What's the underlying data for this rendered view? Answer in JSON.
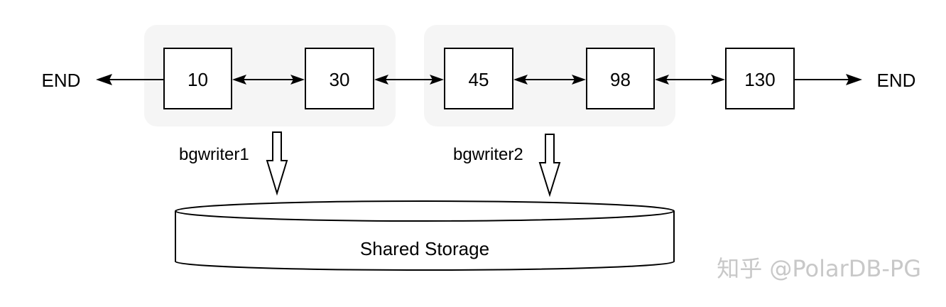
{
  "list": {
    "end_left": "END",
    "end_right": "END",
    "nodes": [
      "10",
      "30",
      "45",
      "98",
      "130"
    ]
  },
  "writers": {
    "writer1": "bgwriter1",
    "writer2": "bgwriter2"
  },
  "storage": {
    "label": "Shared Storage"
  },
  "watermark": {
    "text": "知乎 @PolarDB-PG"
  },
  "colors": {
    "group_background": "#f5f5f5",
    "stroke": "#000000",
    "watermark": "#c8c8c8"
  }
}
